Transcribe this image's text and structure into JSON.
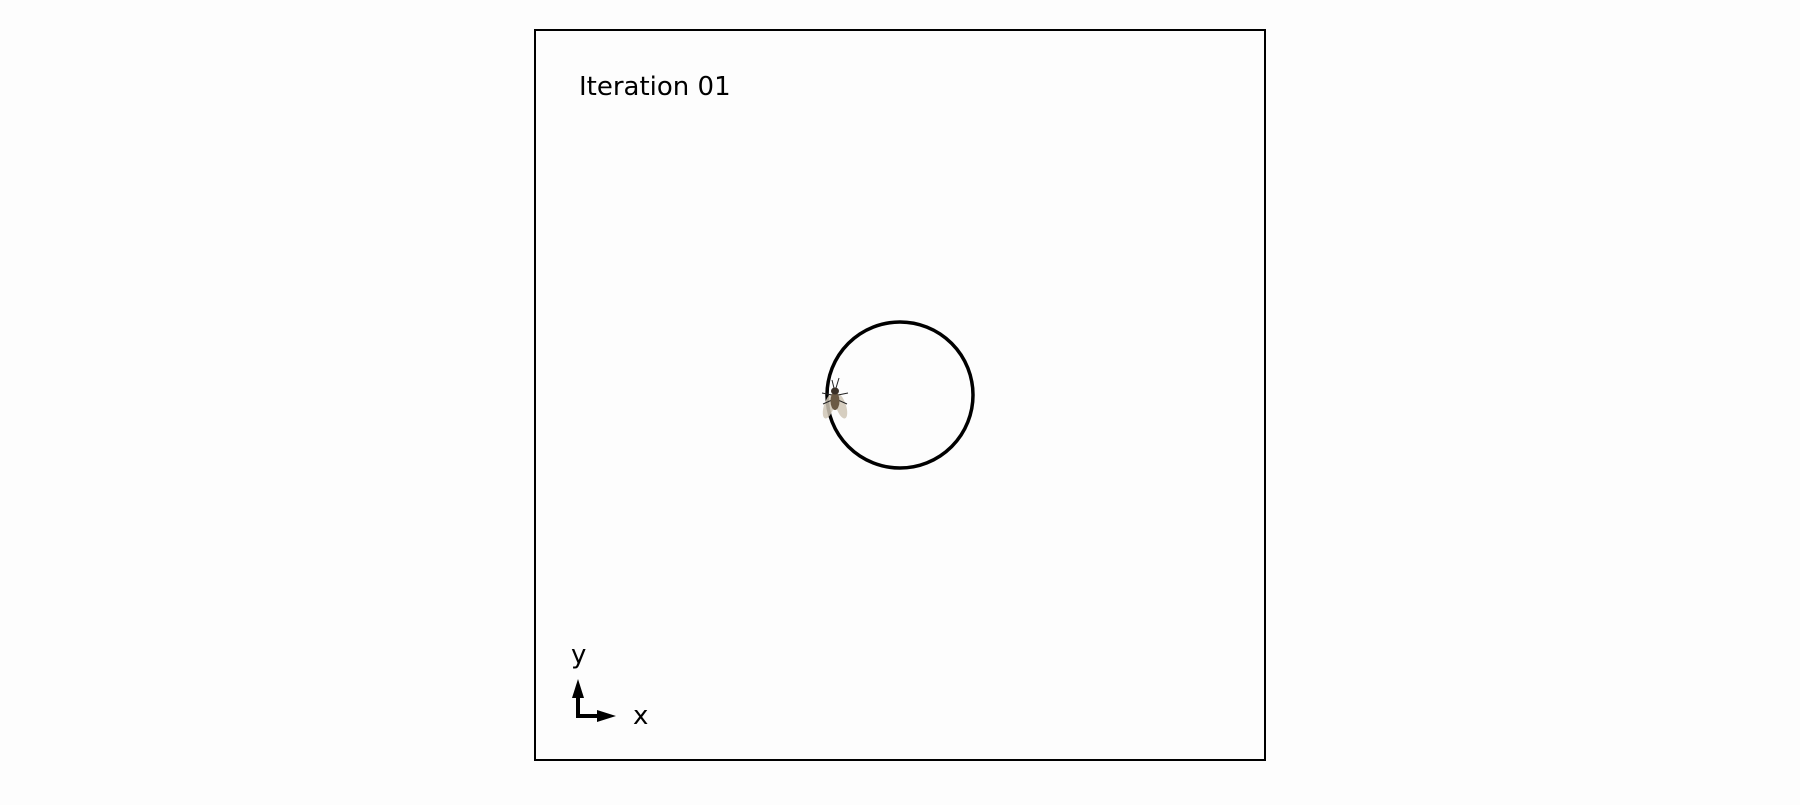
{
  "title": "Iteration 01",
  "axes": {
    "x_label": "x",
    "y_label": "y"
  },
  "colors": {
    "background": "#fdfdfd",
    "frame": "#000000",
    "stroke": "#000000",
    "fly_body": "#6b5a45",
    "fly_wing": "#c8bfae"
  },
  "icons": {
    "agent": "fly-icon",
    "orientation": "xy-axes-icon"
  }
}
